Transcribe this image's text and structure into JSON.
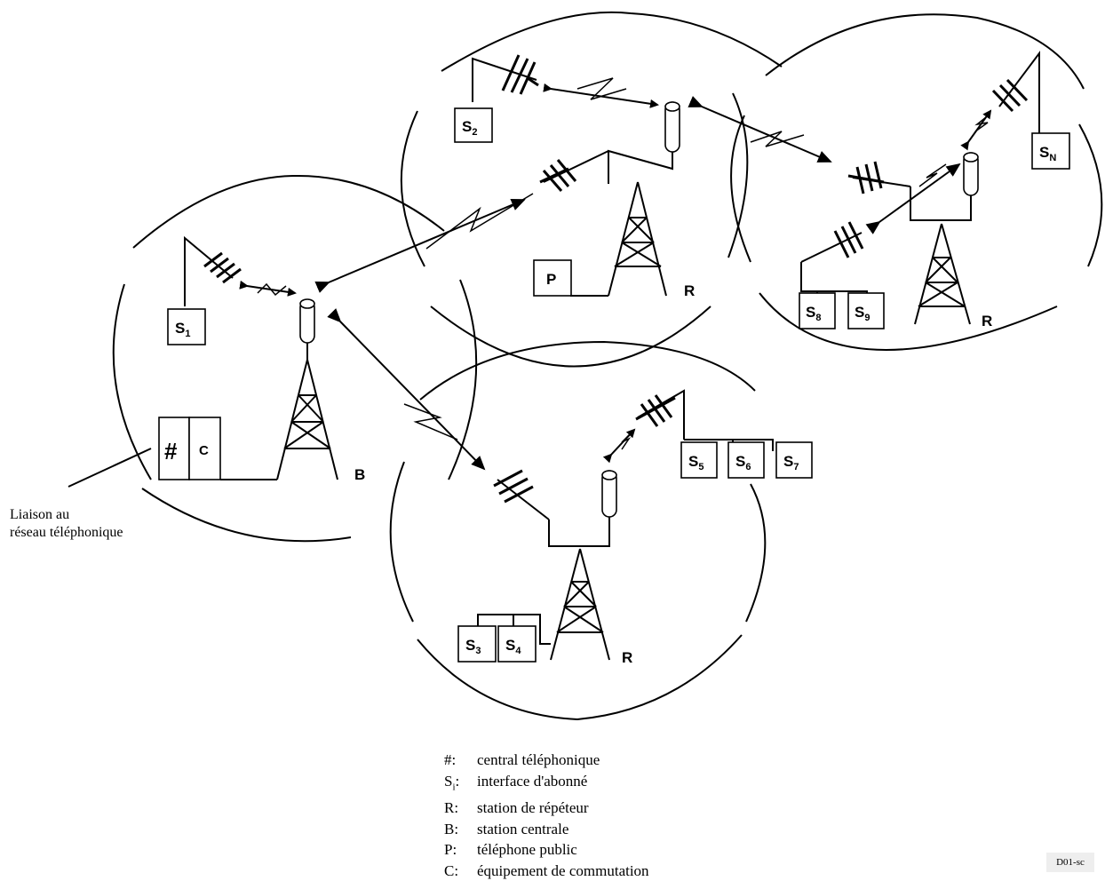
{
  "labels": {
    "s1_base": "S",
    "s1_sub": "1",
    "s2_base": "S",
    "s2_sub": "2",
    "s3_base": "S",
    "s3_sub": "3",
    "s4_base": "S",
    "s4_sub": "4",
    "s5_base": "S",
    "s5_sub": "5",
    "s6_base": "S",
    "s6_sub": "6",
    "s7_base": "S",
    "s7_sub": "7",
    "s8_base": "S",
    "s8_sub": "8",
    "s9_base": "S",
    "s9_sub": "9",
    "sn_base": "S",
    "sn_sub": "N",
    "p": "P",
    "hash": "#",
    "c": "C",
    "b": "B",
    "r1": "R",
    "r2": "R",
    "r3": "R"
  },
  "note": {
    "line1": "Liaison au",
    "line2": "réseau téléphonique"
  },
  "legend": [
    {
      "key": "#:",
      "text": "central téléphonique"
    },
    {
      "key_base": "S",
      "key_sub": "i",
      "key_colon": ":",
      "text": "interface d'abonné"
    },
    {
      "key": "R:",
      "text": "station de répéteur"
    },
    {
      "key": "B:",
      "text": "station centrale"
    },
    {
      "key": "P:",
      "text": "téléphone public"
    },
    {
      "key": "C:",
      "text": "équipement de commutation"
    }
  ],
  "code": "D01-sc"
}
